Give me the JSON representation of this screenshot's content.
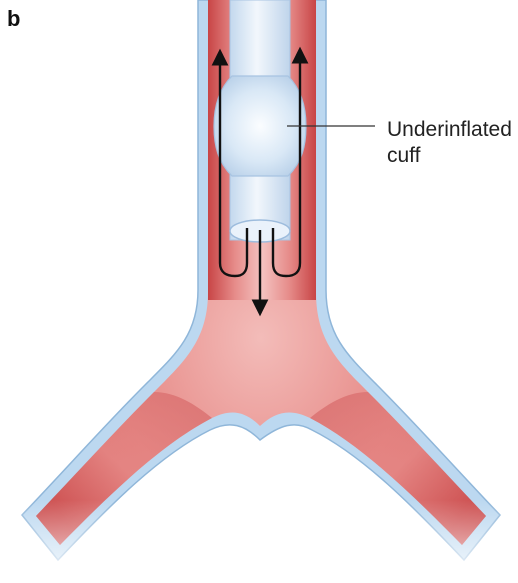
{
  "panel_label": "b",
  "callout": {
    "line1": "Underinflated",
    "line2": "cuff"
  },
  "colors": {
    "airway_wall": "#bcd8f0",
    "airway_lumen_dark": "#c84546",
    "airway_lumen_light": "#f0b6b4",
    "tube": "#e2edf8",
    "cuff": "#dbe9f6",
    "arrows": "#111111"
  }
}
